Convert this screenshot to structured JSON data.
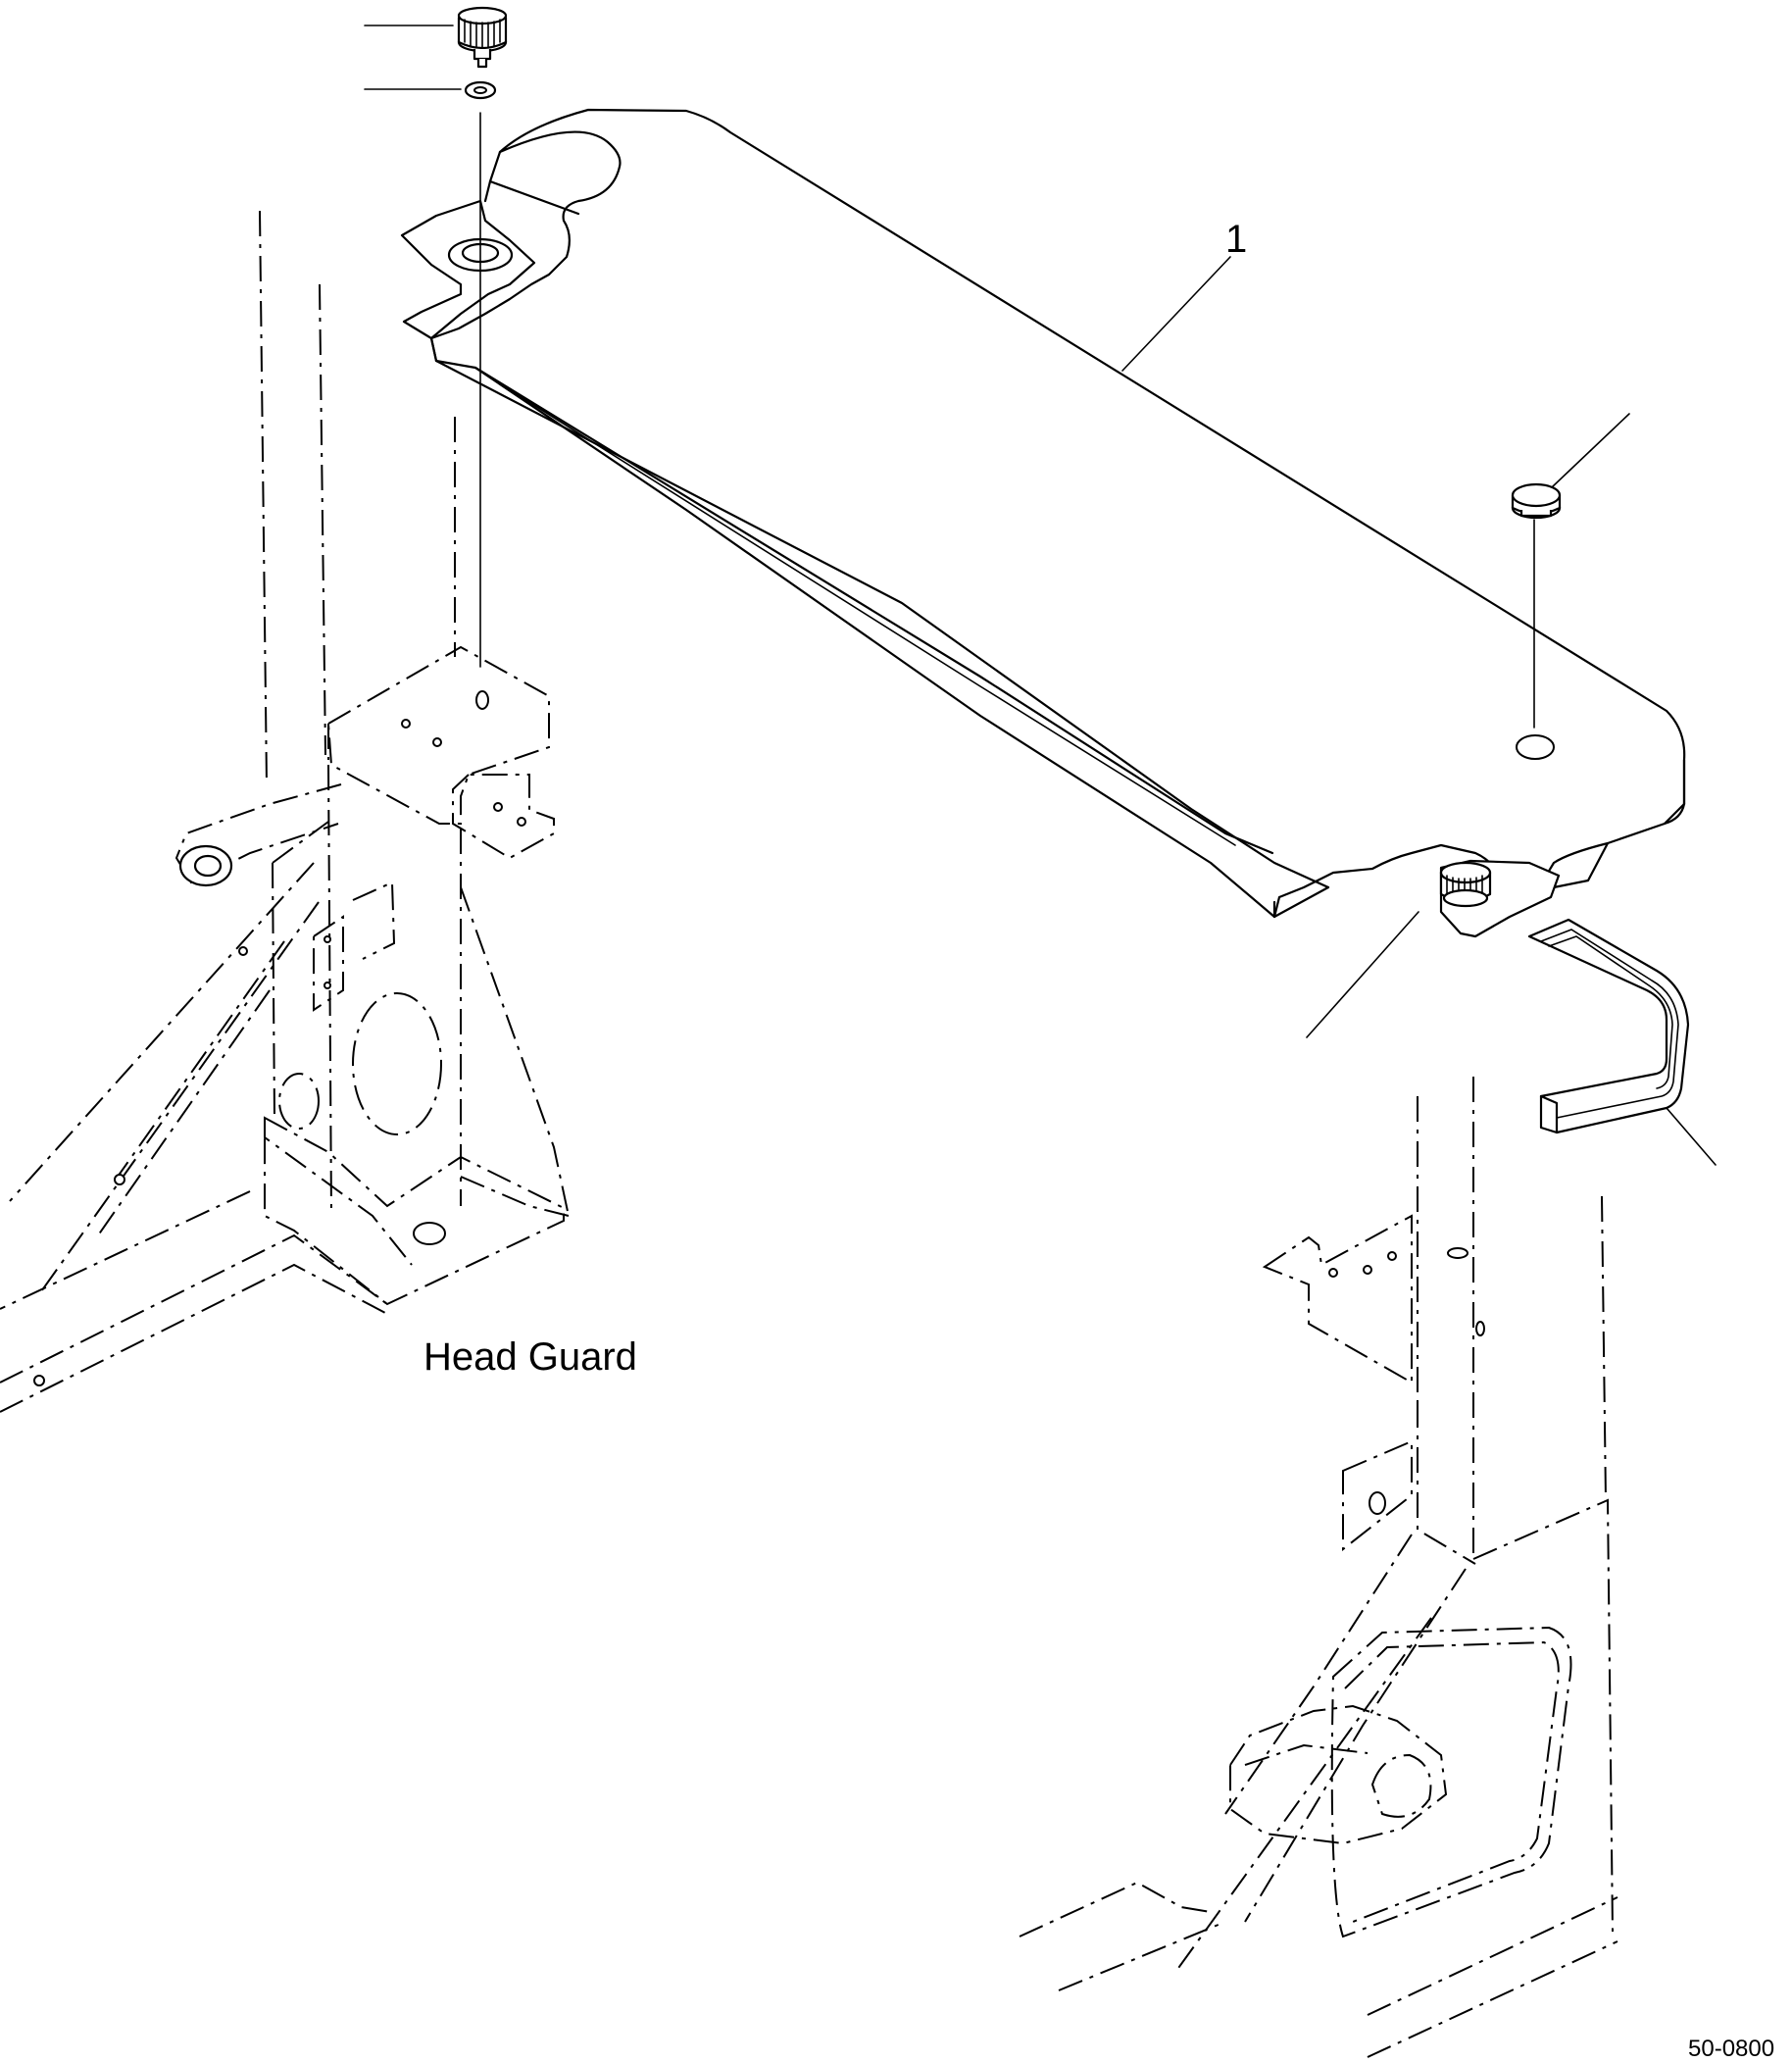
{
  "diagram": {
    "callout_number": "1",
    "caption": "Head Guard",
    "drawing_number": "50-0800",
    "parts": [
      {
        "name": "sun-visor-panel",
        "ref": "1"
      },
      {
        "name": "knob-bolt-left"
      },
      {
        "name": "washer-left"
      },
      {
        "name": "cap-right"
      },
      {
        "name": "knob-bolt-right"
      },
      {
        "name": "weather-strip"
      }
    ]
  }
}
